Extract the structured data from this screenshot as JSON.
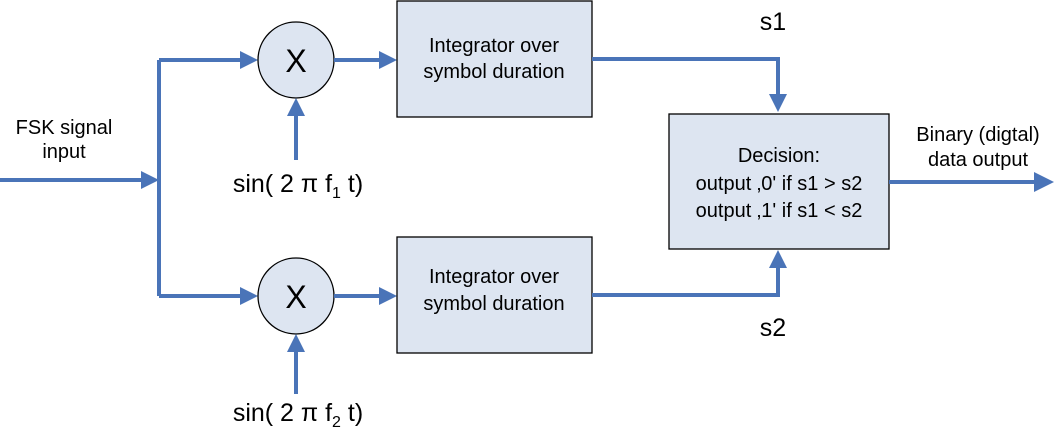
{
  "input_label": [
    "FSK signal",
    "input"
  ],
  "mixer_symbol": "X",
  "upper_branch": {
    "integrator": [
      "Integrator over",
      "symbol duration"
    ],
    "ref_prefix": "sin( 2 π f",
    "ref_sub": "1",
    "ref_suffix": " t)",
    "signal": "s1"
  },
  "lower_branch": {
    "integrator": [
      "Integrator over",
      "symbol duration"
    ],
    "ref_prefix": "sin( 2 π f",
    "ref_sub": "2",
    "ref_suffix": " t)",
    "signal": "s2"
  },
  "decision": [
    "Decision:",
    "output ‚0' if s1 > s2",
    "output ‚1' if s1 < s2"
  ],
  "output_label": [
    "Binary (digtal)",
    "data output"
  ],
  "colors": {
    "wire": "#4a74b8",
    "block_fill": "#dde5f1",
    "outline": "#000000"
  }
}
